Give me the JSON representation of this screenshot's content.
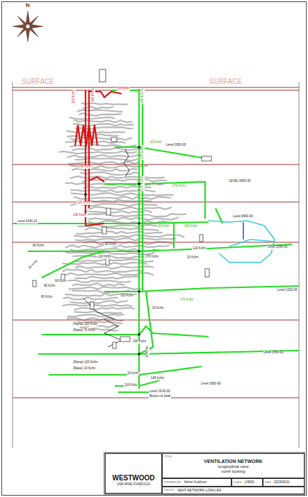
{
  "diagram": {
    "nodes": [
      {
        "text": [
          "WESTWOOD",
          "UNE MINE D'IAMGOLD"
        ]
      },
      {
        "text": [
          "TITLE",
          "VENTILATION NETWORK",
          "longitudinal view",
          "north looking"
        ]
      },
      {
        "text": [
          "PREPARED BY",
          "Admin Guldroon"
        ]
      },
      {
        "text": [
          "SCALE",
          "1:8000"
        ]
      },
      {
        "text": [
          "DATE",
          "2023/06/21"
        ]
      },
      {
        "text": [
          "DWG NO",
          "VENT.NETWORK.LONG.EN"
        ]
      }
    ],
    "labels": [
      "N",
      "SURFACE",
      "SURFACE",
      "100 Kcfm",
      "165 Kcfm",
      "10 Kcfm",
      "145 Kcfm",
      "20 Kcfm",
      "Level 0360-00",
      "200 Kcfm",
      "205 Kcfm",
      "LEVEL 0600-00",
      "170 Kcfm",
      "275 Kcfm",
      "225 Kcfm",
      "190 Kcfm",
      "Level 0840-00",
      "Level 1040-10",
      "20 Kcfm",
      "150 Kcfm",
      "Level 1040-00",
      "80 Kcfm",
      "80 Kcfm",
      "120 Kcfm",
      "170 Kcfm",
      "120 Kcfm",
      "10 Kcfm",
      "80 Kcfm",
      "80 Kcfm",
      "60 Kcfm",
      "60 Kcfm",
      "315 Kcfm",
      "20 Kcfm",
      "170 Kcfm",
      "Level 1320-00",
      "(Ramp) 200 Kcfm",
      "(Raise) 70 Kcfm",
      "130 Kcfm",
      "Level 1560-00",
      "(Ramp) 120 Kcfm",
      "(Raise) 10 Kcfm",
      "10 Kcfm",
      "10 Kcfm",
      "110 Kcfm",
      "145 Kcfm",
      "Level 1800-00",
      "Level 19.00-00",
      "Bottom of shaft"
    ]
  }
}
